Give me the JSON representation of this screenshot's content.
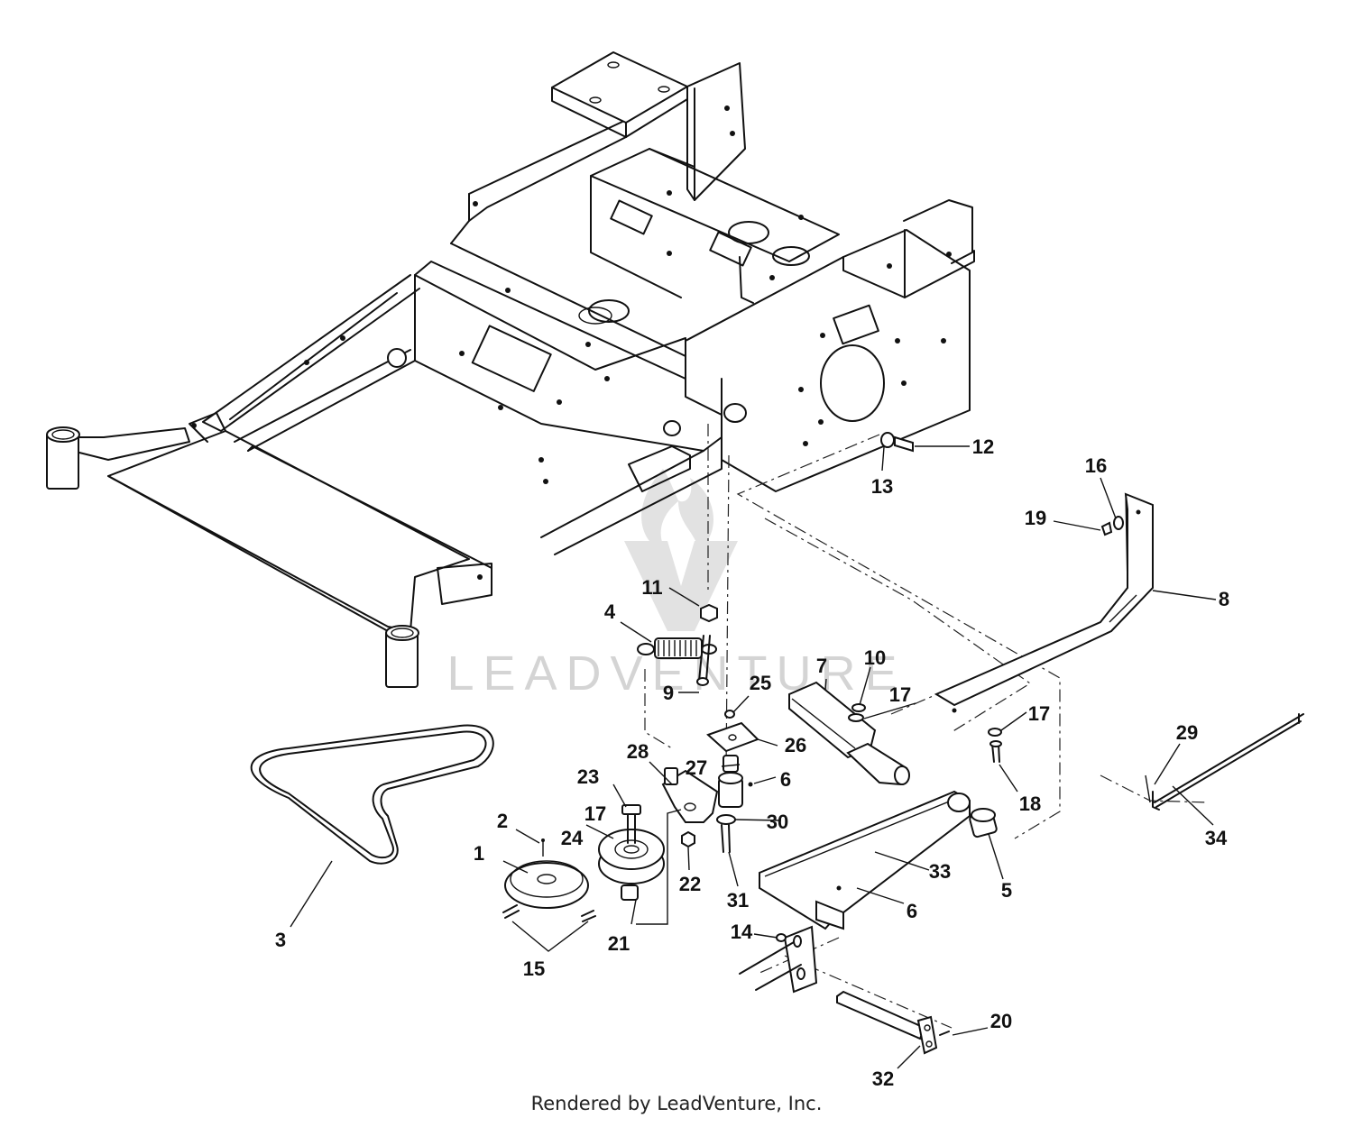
{
  "credit": "Rendered by LeadVenture, Inc.",
  "watermark": "LEADVENTURE",
  "callouts": [
    "1",
    "2",
    "3",
    "4",
    "5",
    "6",
    "7",
    "8",
    "9",
    "10",
    "11",
    "12",
    "13",
    "14",
    "15",
    "16",
    "17",
    "18",
    "19",
    "20",
    "21",
    "22",
    "23",
    "24",
    "25",
    "26",
    "27",
    "28",
    "29",
    "30",
    "31",
    "32",
    "33",
    "34"
  ],
  "colors": {
    "line": "#111111",
    "background": "#ffffff",
    "watermark": "#d4d4d4"
  }
}
